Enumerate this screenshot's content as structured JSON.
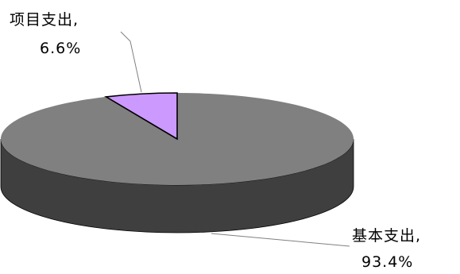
{
  "chart_data": {
    "type": "pie",
    "style": "3d",
    "title": "",
    "slices": [
      {
        "label": "基本支出",
        "percent_text": "93.4%",
        "value": 93.4,
        "top_color": "#808080",
        "side_color": "#3f3f3f"
      },
      {
        "label": "项目支出",
        "percent_text": "6.6%",
        "value": 6.6,
        "top_color": "#cc99ff",
        "side_color": "#7a5c99"
      }
    ],
    "labels_display": [
      {
        "name_text": "项目支出,",
        "percent_text": "6.6%"
      },
      {
        "name_text": "基本支出,",
        "percent_text": "93.4%"
      }
    ],
    "legend": "none",
    "leader_lines": true
  }
}
